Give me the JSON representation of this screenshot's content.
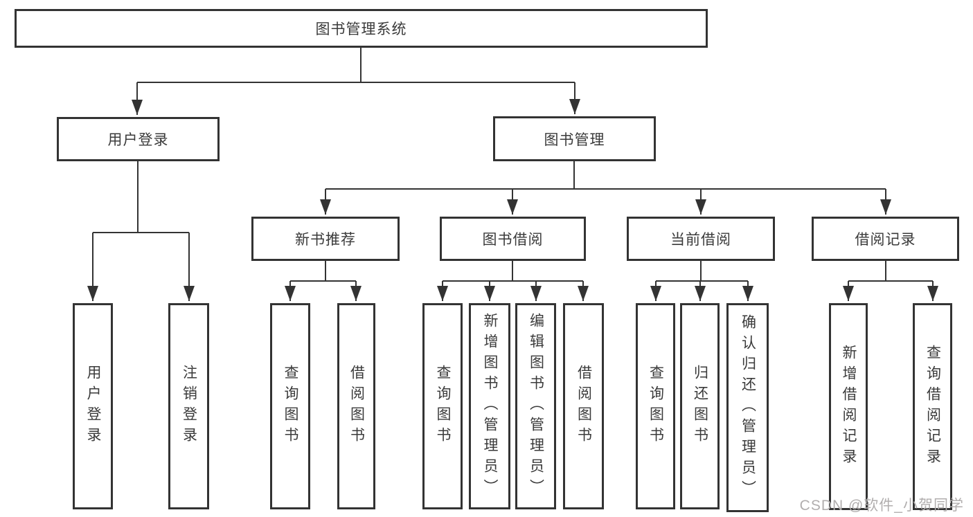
{
  "diagram": {
    "title": "图书管理系统",
    "level2": [
      "用户登录",
      "图书管理"
    ],
    "login_children": [
      "用户登录",
      "注销登录"
    ],
    "level3": [
      "新书推荐",
      "图书借阅",
      "当前借阅",
      "借阅记录"
    ],
    "newbook_children": [
      "查询图书",
      "借阅图书"
    ],
    "borrow_children": [
      "查询图书",
      "新增图书（管理员）",
      "编辑图书（管理员）",
      "借阅图书"
    ],
    "current_children": [
      "查询图书",
      "归还图书",
      "确认归还（管理员）"
    ],
    "record_children": [
      "新增借阅记录",
      "查询借阅记录"
    ]
  },
  "watermark": {
    "text": "CSDN @软件_小贺同学",
    "color": "#b1aeae"
  },
  "colors": {
    "line": "#333333",
    "border": "#333333",
    "text": "#3a3a3a",
    "background": "#ffffff"
  }
}
